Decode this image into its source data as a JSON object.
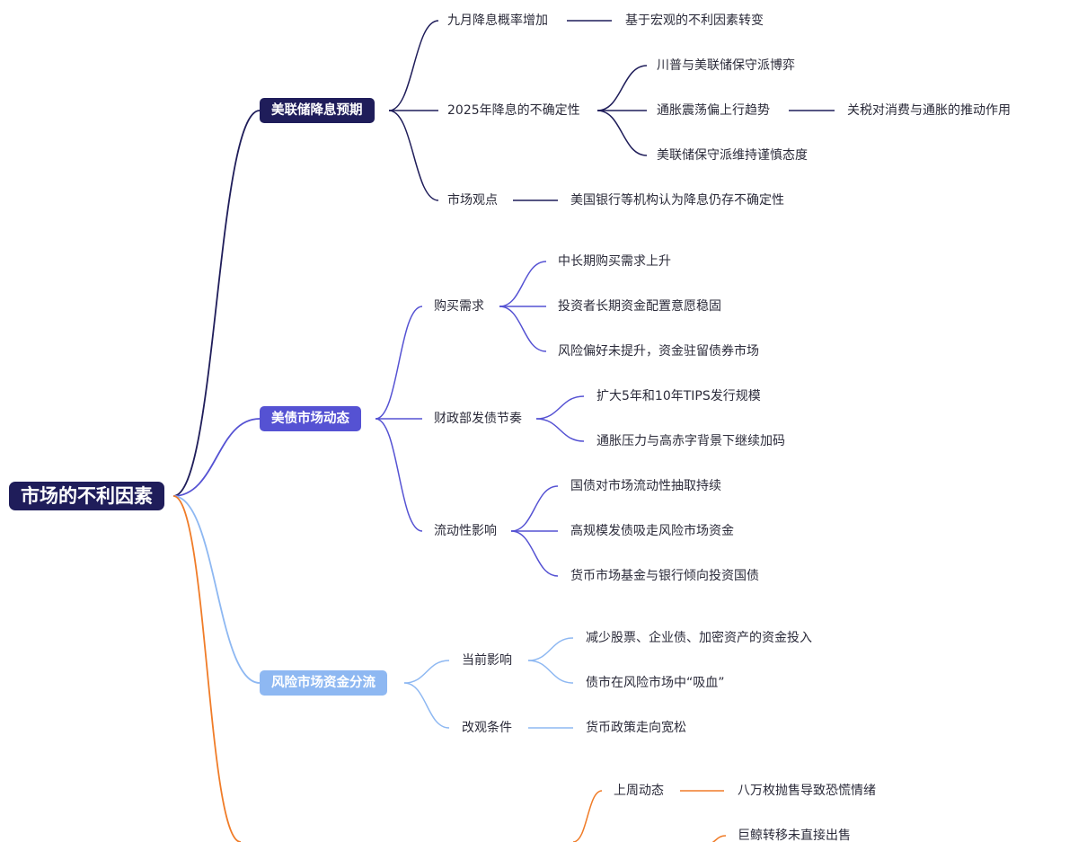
{
  "mindmap": {
    "root": {
      "label": "市场的不利因素"
    },
    "branches": [
      {
        "id": "b1",
        "label": "美联储降息预期",
        "color": "#1f1d5a",
        "children": [
          {
            "label": "九月降息概率增加",
            "children": [
              {
                "label": "基于宏观的不利因素转变"
              }
            ]
          },
          {
            "label": "2025年降息的不确定性",
            "children": [
              {
                "label": "川普与美联储保守派博弈"
              },
              {
                "label": "通胀震荡偏上行趋势",
                "children": [
                  {
                    "label": "关税对消费与通胀的推动作用"
                  }
                ]
              },
              {
                "label": "美联储保守派维持谨慎态度"
              }
            ]
          },
          {
            "label": "市场观点",
            "children": [
              {
                "label": "美国银行等机构认为降息仍存不确定性"
              }
            ]
          }
        ]
      },
      {
        "id": "b2",
        "label": "美债市场动态",
        "color": "#5552d3",
        "children": [
          {
            "label": "购买需求",
            "children": [
              {
                "label": "中长期购买需求上升"
              },
              {
                "label": "投资者长期资金配置意愿稳固"
              },
              {
                "label": "风险偏好未提升，资金驻留债券市场"
              }
            ]
          },
          {
            "label": "财政部发债节奏",
            "children": [
              {
                "label": "扩大5年和10年TIPS发行规模"
              },
              {
                "label": "通胀压力与高赤字背景下继续加码"
              }
            ]
          },
          {
            "label": "流动性影响",
            "children": [
              {
                "label": "国债对市场流动性抽取持续"
              },
              {
                "label": "高规模发债吸走风险市场资金"
              },
              {
                "label": "货币市场基金与银行倾向投资国债"
              }
            ]
          }
        ]
      },
      {
        "id": "b3",
        "label": "风险市场资金分流",
        "color": "#8eb8f2",
        "children": [
          {
            "label": "当前影响",
            "children": [
              {
                "label": "减少股票、企业债、加密资产的资金投入"
              },
              {
                "label": "债市在风险市场中“吸血”"
              }
            ]
          },
          {
            "label": "改观条件",
            "children": [
              {
                "label": "货币政策走向宽松"
              }
            ]
          }
        ]
      },
      {
        "id": "b4",
        "color": "#f07c28",
        "children": [
          {
            "label": "上周动态",
            "children": [
              {
                "label": "八万枚抛售导致恐慌情绪"
              },
              {
                "label": "巨鲸转移未直接出售"
              }
            ]
          }
        ]
      }
    ]
  }
}
